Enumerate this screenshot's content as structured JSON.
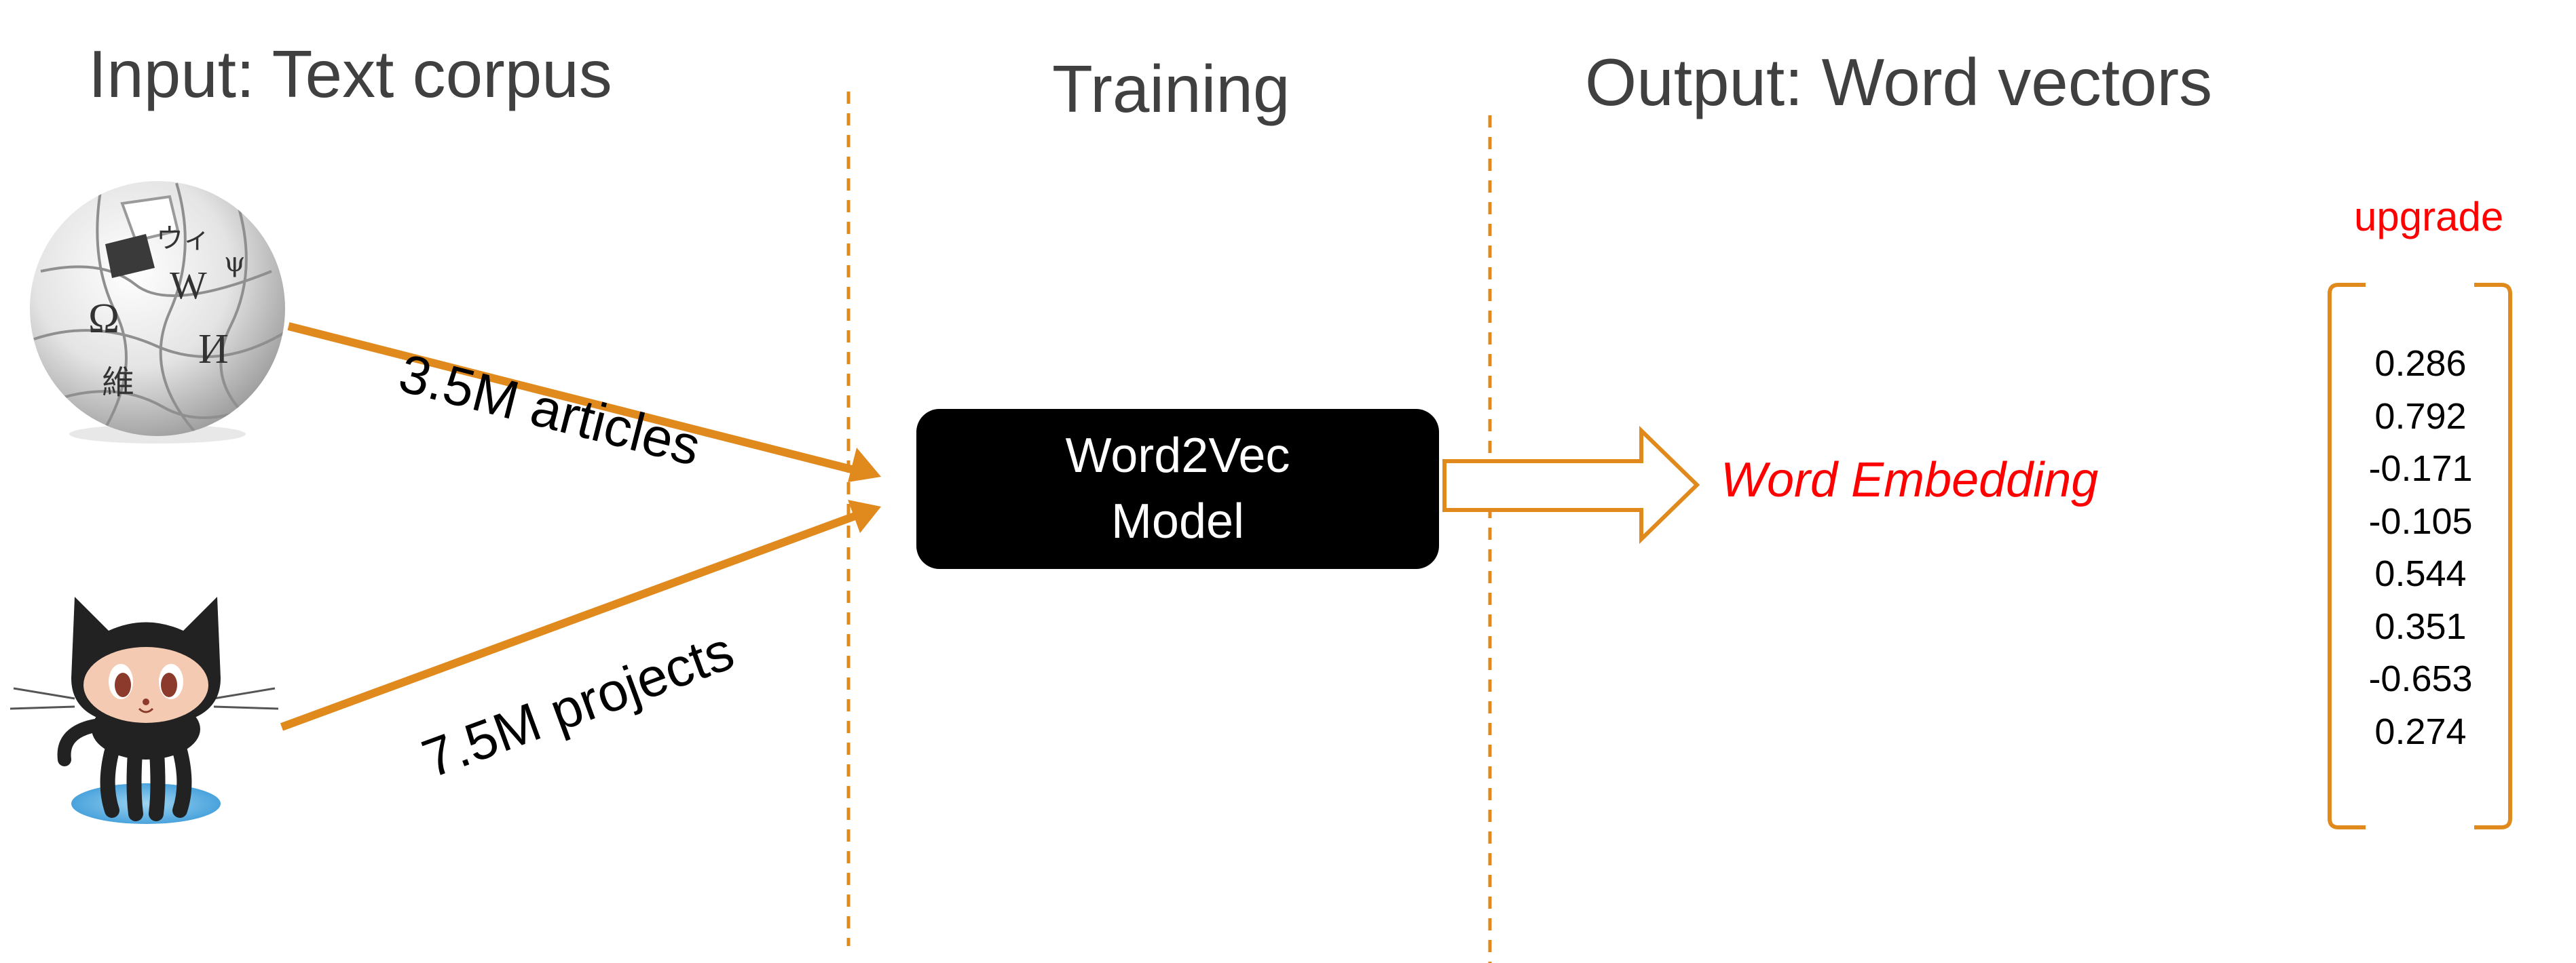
{
  "colors": {
    "accent_orange": "#e08a1e",
    "heading_gray": "#404040",
    "highlight_red": "#ff0000",
    "box_black": "#000000"
  },
  "headings": {
    "input": "Input: Text corpus",
    "training": "Training",
    "output": "Output: Word vectors"
  },
  "sources": {
    "wikipedia": {
      "icon": "wikipedia-globe-logo",
      "glyphs": [
        "Ω",
        "W",
        "И",
        "維",
        "ウィ",
        "ψ"
      ],
      "edge_label": "3.5M articles"
    },
    "github": {
      "icon": "github-octocat-logo",
      "edge_label": "7.5M projects"
    }
  },
  "model": {
    "line1": "Word2Vec",
    "line2": "Model"
  },
  "output": {
    "embedding_label": "Word Embedding",
    "vector_word": "upgrade",
    "vector_values": [
      "0.286",
      "0.792",
      "-0.171",
      "-0.105",
      "0.544",
      "0.351",
      "-0.653",
      "0.274"
    ]
  }
}
